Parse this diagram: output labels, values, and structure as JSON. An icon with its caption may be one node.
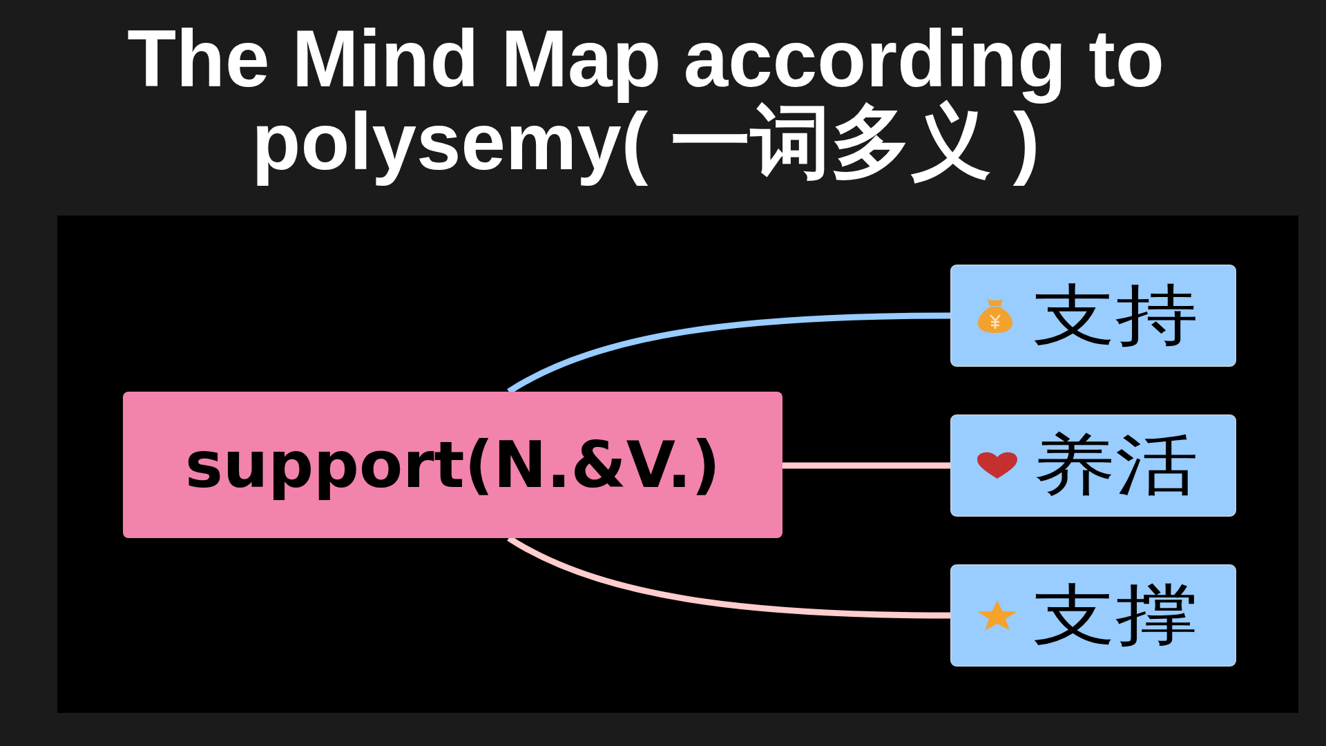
{
  "diagram": {
    "title": "The Mind Map according to polysemy( 一词多义 )",
    "nodes": [
      {
        "text": [
          "support(N.&V.)"
        ]
      },
      {
        "text": [
          "支持"
        ]
      },
      {
        "text": [
          "养活"
        ]
      },
      {
        "text": [
          "支撑"
        ]
      }
    ],
    "edges": [
      {
        "from": 0,
        "to": 1,
        "arrow": "none",
        "color": "#99ccff"
      },
      {
        "from": 0,
        "to": 2,
        "arrow": "none"
      },
      {
        "from": 0,
        "to": 3,
        "arrow": "none"
      }
    ]
  }
}
